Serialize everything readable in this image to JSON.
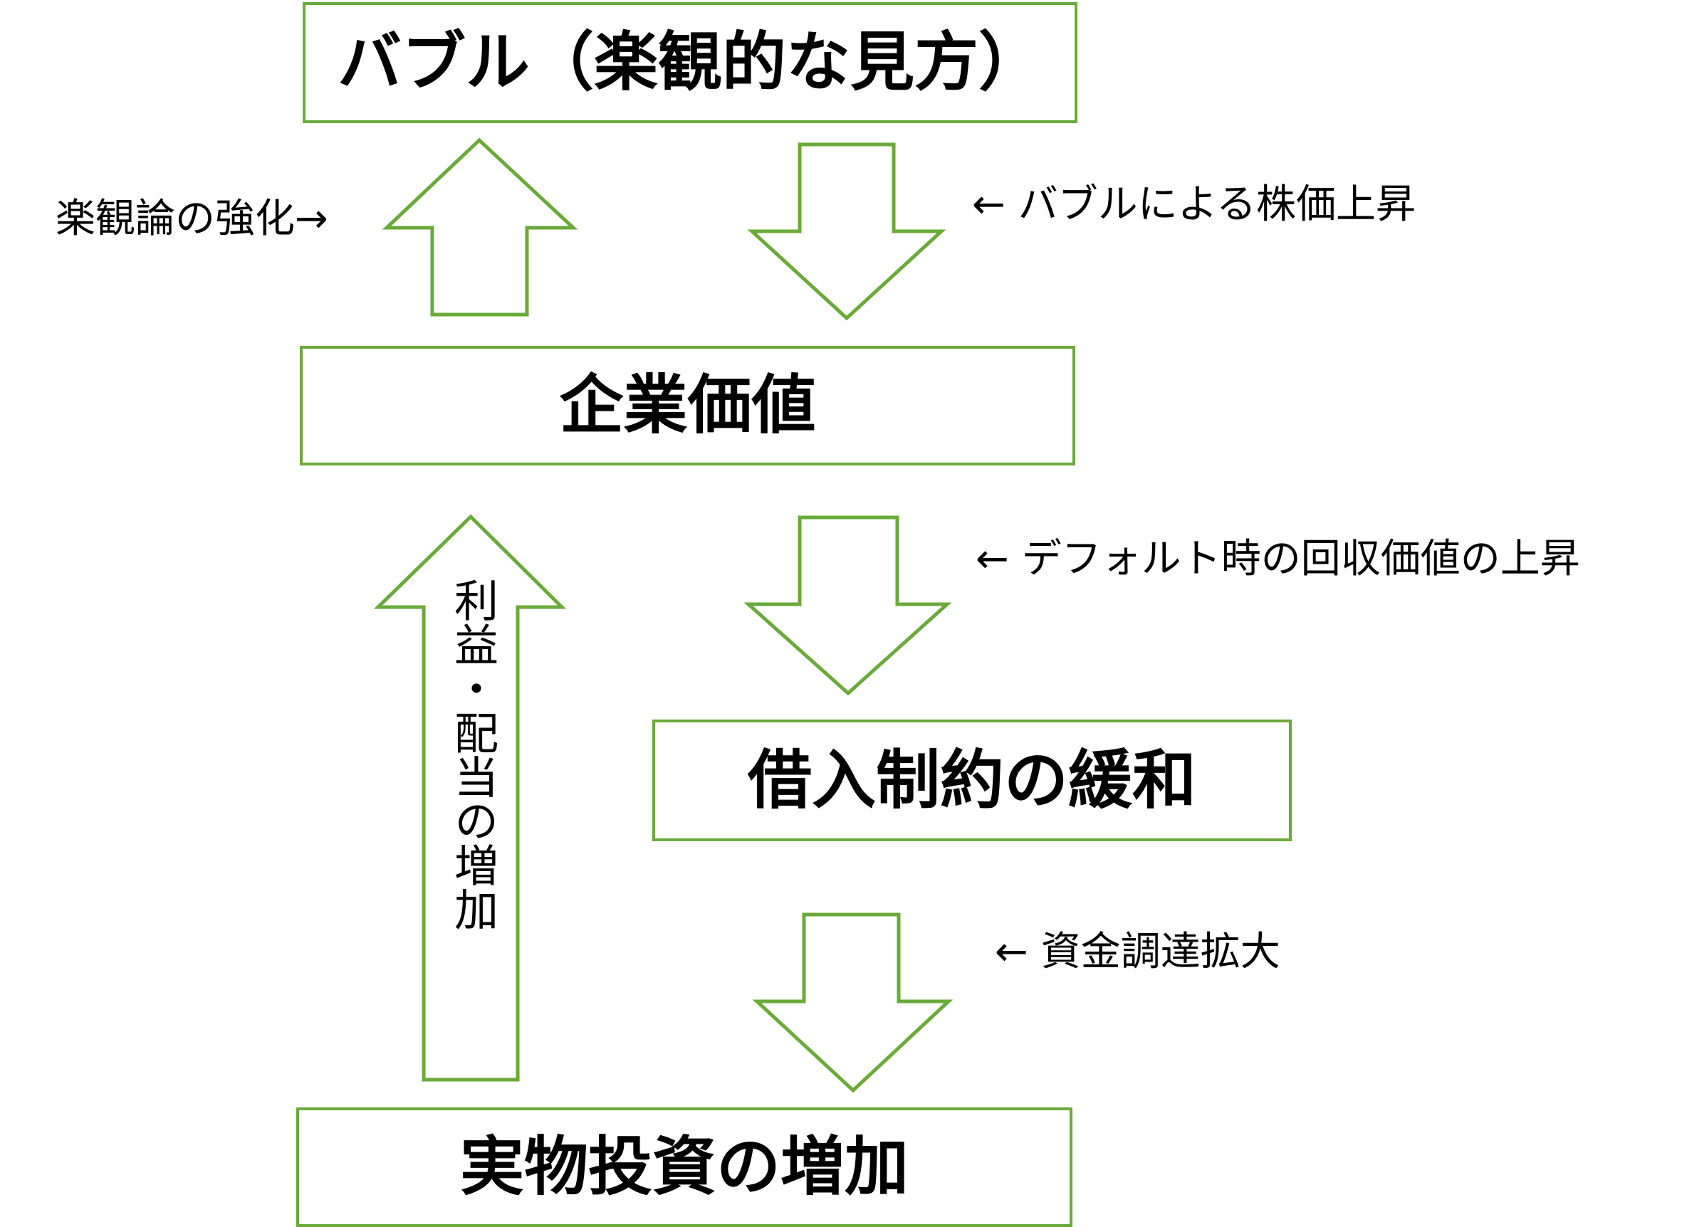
{
  "boxes": {
    "bubble": "バブル（楽観的な見方）",
    "corporate_value": "企業価値",
    "borrowing_relief": "借入制約の緩和",
    "investment_increase": "実物投資の増加"
  },
  "labels": {
    "optimism": "楽観論の強化→",
    "bubble_rise": "← バブルによる株価上昇",
    "default_value": "← デフォルト時の回収価値の上昇",
    "funding": "← 資金調達拡大",
    "profit_dividend": "利益・配当の増加"
  },
  "colors": {
    "border": "#6aaa3a",
    "text": "#000000",
    "background": "#ffffff"
  },
  "icons": {
    "up_arrow": "up-arrow-icon",
    "down_arrow": "down-arrow-icon"
  }
}
